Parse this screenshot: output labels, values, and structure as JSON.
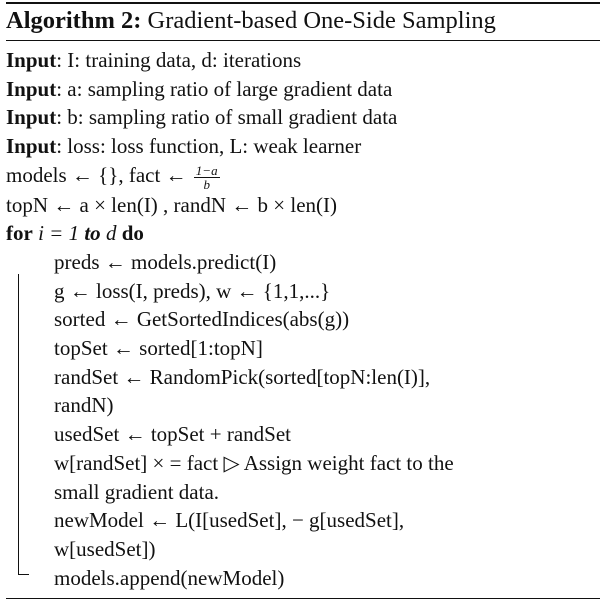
{
  "caption": {
    "label": "Algorithm 2:",
    "title": "Gradient-based One-Side Sampling"
  },
  "inputs": [
    {
      "kw": "Input",
      "text": ": I: training data, d: iterations"
    },
    {
      "kw": "Input",
      "text": ": a: sampling ratio of large gradient data"
    },
    {
      "kw": "Input",
      "text": ": b: sampling ratio of small gradient data"
    },
    {
      "kw": "Input",
      "text": ": loss: loss function, L: weak learner"
    }
  ],
  "init": {
    "models_line": "models ← {}, fact ← ",
    "frac_num": "1−a",
    "frac_den": "b",
    "top_line": "topN ← a × len(I) , randN ← b × len(I)"
  },
  "loop": {
    "for_kw": "for",
    "var": "i = 1",
    "to_kw": "to",
    "limit": "d",
    "do_kw": "do"
  },
  "body": [
    "preds ← models.predict(I)",
    "g ← loss(I, preds), w ← {1,1,...}",
    "sorted ← GetSortedIndices(abs(g))",
    "topSet ← sorted[1:topN]",
    "randSet ← RandomPick(sorted[topN:len(I)],",
    "randN)",
    "usedSet ← topSet + randSet",
    "w[randSet] × = fact ▷ Assign weight fact to the",
    "small gradient data.",
    "newModel ← L(I[usedSet], − g[usedSet],",
    "w[usedSet])",
    "models.append(newModel)"
  ]
}
